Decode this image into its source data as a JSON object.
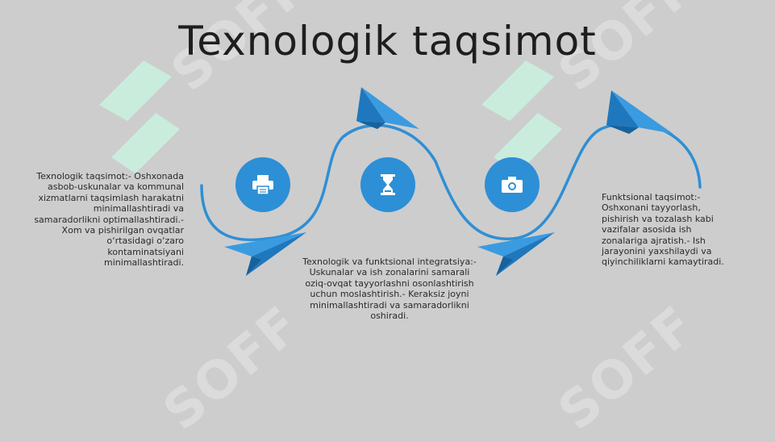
{
  "slide": {
    "title": "Texnologik taqsimot",
    "watermark": "SOFF",
    "accent_color": "#2d8fd6",
    "steps": [
      {
        "icon": "printer-icon",
        "text": "Texnologik taqsimot:- Oshxonada asbob-uskunalar va kommunal xizmatlarni taqsimlash harakatni minimallashtiradi va samaradorlikni optimallashtiradi.- Xom va pishirilgan ovqatlar o‘rtasidagi o‘zaro kontaminatsiyani minimallashtiradi."
      },
      {
        "icon": "hourglass-icon",
        "text": "Texnologik va funktsional integratsiya:- Uskunalar va ish zonalarini samarali oziq-ovqat tayyorlashni osonlashtirish uchun moslashtirish.- Keraksiz joyni minimallashtiradi va samaradorlikni oshiradi."
      },
      {
        "icon": "camera-icon",
        "text": "Funktsional taqsimot:- Oshxonani tayyorlash, pishirish va tozalash kabi vazifalar asosida ish zonalariga ajratish.- Ish jarayonini yaxshilaydi va qiyinchiliklarni kamaytiradi."
      }
    ]
  }
}
